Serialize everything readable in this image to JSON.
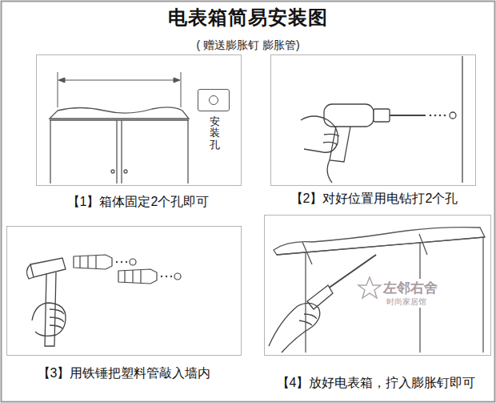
{
  "diagram": {
    "title": "电表箱简易安装图",
    "nodes": [
      {
        "text": [
          "【1】箱体固定2个孔即可"
        ]
      },
      {
        "text": [
          "安装孔"
        ],
        "in": 0
      },
      {
        "text": [
          "【2】对好位置用电钻打2个孔"
        ]
      },
      {
        "text": [
          "【3】用铁锤把塑料管敲入墙内"
        ]
      },
      {
        "text": [
          "【4】放好电表箱，拧入膨胀钉即可"
        ]
      }
    ],
    "edges": [],
    "labels": [
      "( 赠送膨胀钉 膨胀管)",
      "左邻右舍",
      "时尚家居馆"
    ]
  }
}
